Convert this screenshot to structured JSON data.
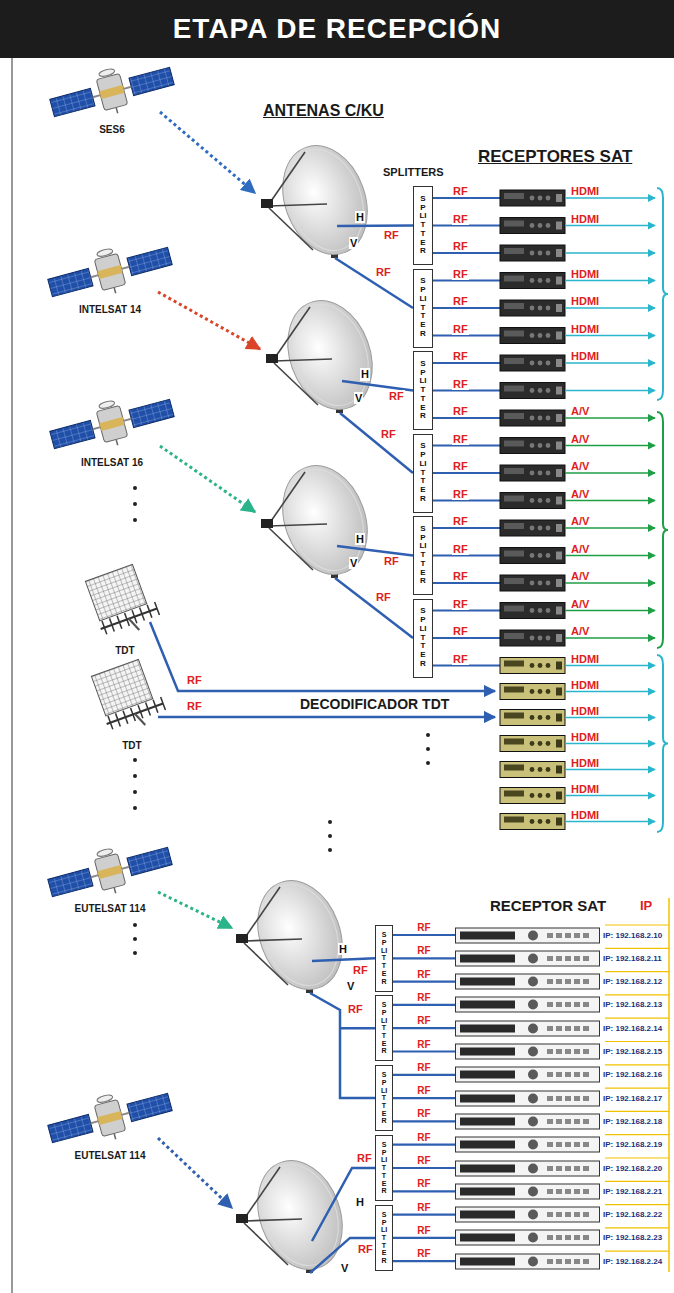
{
  "diagram": {
    "title": "ETAPA DE RECEPCIÓN",
    "nodes": [
      {
        "text": [
          "SPLITTER"
        ]
      },
      {
        "text": [
          "SPLITTER"
        ]
      },
      {
        "text": [
          "SPLITTER"
        ]
      },
      {
        "text": [
          "SPLITTER"
        ]
      },
      {
        "text": [
          "SPLITTER"
        ]
      },
      {
        "text": [
          "SPLITTER"
        ]
      },
      {
        "text": [
          "SPLITTER"
        ]
      },
      {
        "text": [
          "SPLITTER"
        ]
      },
      {
        "text": [
          "SPLITTER"
        ]
      },
      {
        "text": [
          "SPLITTER"
        ]
      },
      {
        "text": [
          "SPLITTER"
        ]
      },
      {
        "text": [
          "IP: 192.168.2.10"
        ]
      },
      {
        "text": [
          "IP: 192.168.2.11"
        ]
      },
      {
        "text": [
          "IP: 192.168.2.12"
        ]
      },
      {
        "text": [
          "IP: 192.168.2.13"
        ]
      },
      {
        "text": [
          "IP: 192.168.2.14"
        ]
      },
      {
        "text": [
          "IP: 192.168.2.15"
        ]
      },
      {
        "text": [
          "IP: 192.168.2.16"
        ]
      },
      {
        "text": [
          "IP: 192.168.2.17"
        ]
      },
      {
        "text": [
          "IP: 192.168.2.18"
        ]
      },
      {
        "text": [
          "IP: 192.168.2.19"
        ]
      },
      {
        "text": [
          "IP: 192.168.2.20"
        ]
      },
      {
        "text": [
          "IP: 192.168.2.21"
        ]
      },
      {
        "text": [
          "IP: 192.168.2.22"
        ]
      },
      {
        "text": [
          "IP: 192.168.2.23"
        ]
      },
      {
        "text": [
          "IP: 192.168.2.24"
        ]
      }
    ],
    "edges": [
      {
        "from": 6,
        "to": 11,
        "label": "RF",
        "arrow": "none"
      },
      {
        "from": 6,
        "to": 12,
        "label": "RF",
        "arrow": "none"
      },
      {
        "from": 6,
        "to": 13,
        "label": "RF",
        "arrow": "none"
      },
      {
        "from": 7,
        "to": 14,
        "label": "RF",
        "arrow": "none"
      },
      {
        "from": 7,
        "to": 15,
        "label": "RF",
        "arrow": "none"
      },
      {
        "from": 7,
        "to": 16,
        "label": "RF",
        "arrow": "none"
      },
      {
        "from": 8,
        "to": 17,
        "label": "RF",
        "arrow": "none"
      },
      {
        "from": 8,
        "to": 18,
        "label": "RF",
        "arrow": "none"
      },
      {
        "from": 8,
        "to": 19,
        "label": "RF",
        "arrow": "none"
      },
      {
        "from": 9,
        "to": 20,
        "label": "RF",
        "arrow": "none"
      },
      {
        "from": 9,
        "to": 21,
        "label": "RF",
        "arrow": "none"
      },
      {
        "from": 9,
        "to": 22,
        "label": "RF",
        "arrow": "none"
      },
      {
        "from": 10,
        "to": 23,
        "label": "RF",
        "arrow": "none"
      },
      {
        "from": 10,
        "to": 24,
        "label": "RF",
        "arrow": "none"
      },
      {
        "from": 10,
        "to": 25,
        "label": "RF",
        "arrow": "none"
      }
    ],
    "labels": [
      "ANTENAS C/KU",
      "SPLITTERS",
      "RECEPTORES SAT",
      "SES6",
      "INTELSAT 14",
      "INTELSAT 16",
      "H",
      "RF",
      "V",
      "RF",
      "H",
      "RF",
      "V",
      "RF",
      "H",
      "RF",
      "V",
      "RF",
      "RF",
      "RF",
      "RF",
      "RF",
      "RF",
      "RF",
      "RF",
      "RF",
      "RF",
      "RF",
      "RF",
      "RF",
      "RF",
      "RF",
      "RF",
      "RF",
      "RF",
      "RF",
      "HDMI",
      "HDMI",
      "HDMI",
      "HDMI",
      "HDMI",
      "HDMI",
      "A/V",
      "A/V",
      "A/V",
      "A/V",
      "A/V",
      "A/V",
      "A/V",
      "A/V",
      "A/V",
      "TDT",
      "TDT",
      "RF",
      "RF",
      "DECODIFICADOR TDT",
      "HDMI",
      "HDMI",
      "HDMI",
      "HDMI",
      "HDMI",
      "HDMI",
      "HDMI",
      "EUTELSAT 114",
      "EUTELSAT 114",
      "RECEPTOR SAT",
      "IP",
      "H",
      "RF",
      "V",
      "RF",
      "H",
      "RF",
      "V",
      "RF"
    ]
  }
}
